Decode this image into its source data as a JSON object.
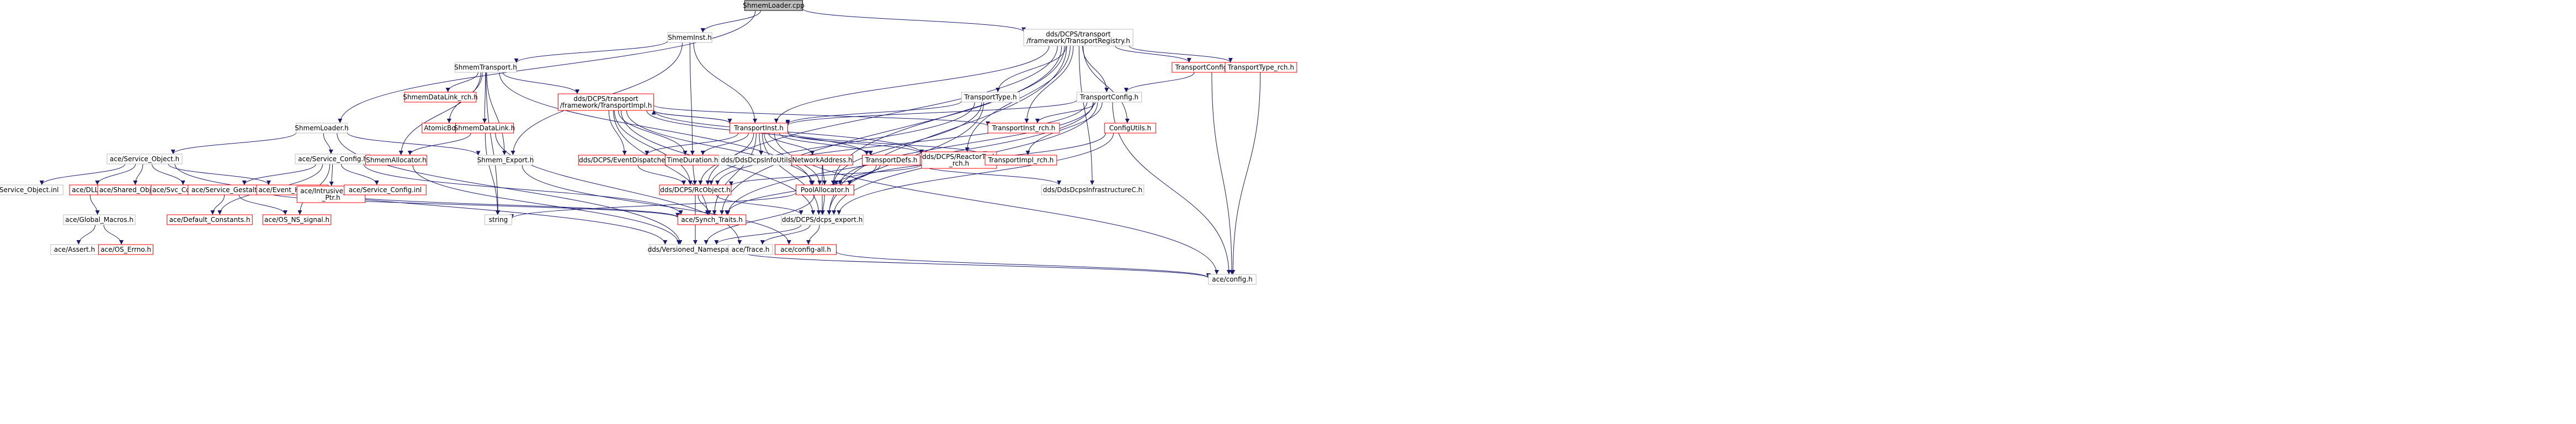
{
  "diagram": {
    "nodes": [
      {
        "id": "root",
        "label": "ShmemLoader.cpp",
        "style": "root"
      },
      {
        "id": "shmeminst",
        "label": "ShmemInst.h",
        "style": "normal"
      },
      {
        "id": "reg",
        "label": "dds/DCPS/transport\n/framework/TransportRegistry.h",
        "style": "normal"
      },
      {
        "id": "shmemtransport",
        "label": "ShmemTransport.h",
        "style": "normal"
      },
      {
        "id": "transporttype",
        "label": "TransportType.h",
        "style": "normal"
      },
      {
        "id": "transportconfig_rch",
        "label": "TransportConfig_rch.h",
        "style": "missing"
      },
      {
        "id": "transporttype_rch",
        "label": "TransportType_rch.h",
        "style": "missing"
      },
      {
        "id": "datalink_rch",
        "label": "ShmemDataLink_rch.h",
        "style": "missing"
      },
      {
        "id": "transportimpl",
        "label": "dds/DCPS/transport\n/framework/TransportImpl.h",
        "style": "missing"
      },
      {
        "id": "transportconfig",
        "label": "TransportConfig.h",
        "style": "normal"
      },
      {
        "id": "shmemloader",
        "label": "ShmemLoader.h",
        "style": "normal"
      },
      {
        "id": "atomicbool",
        "label": "AtomicBool.h",
        "style": "missing"
      },
      {
        "id": "shmemdatalink",
        "label": "ShmemDataLink.h",
        "style": "missing"
      },
      {
        "id": "transportinst",
        "label": "TransportInst.h",
        "style": "missing"
      },
      {
        "id": "transportinst_rch",
        "label": "TransportInst_rch.h",
        "style": "missing"
      },
      {
        "id": "configutils",
        "label": "ConfigUtils.h",
        "style": "missing"
      },
      {
        "id": "service_object",
        "label": "ace/Service_Object.h",
        "style": "normal"
      },
      {
        "id": "service_config",
        "label": "ace/Service_Config.h",
        "style": "normal"
      },
      {
        "id": "shmemallocator",
        "label": "ShmemAllocator.h",
        "style": "missing"
      },
      {
        "id": "shmem_export",
        "label": "Shmem_Export.h",
        "style": "normal"
      },
      {
        "id": "eventdispatcher",
        "label": "dds/DCPS/EventDispatcher.h",
        "style": "missing"
      },
      {
        "id": "timeduration",
        "label": "TimeDuration.h",
        "style": "missing"
      },
      {
        "id": "ddsdcpsinfoutils",
        "label": "dds/DdsDcpsInfoUtilsC.h",
        "style": "normal"
      },
      {
        "id": "networkaddress",
        "label": "NetworkAddress.h",
        "style": "missing"
      },
      {
        "id": "transportdefs",
        "label": "TransportDefs.h",
        "style": "missing"
      },
      {
        "id": "reactortask_rch",
        "label": "dds/DCPS/ReactorTask\n_rch.h",
        "style": "missing"
      },
      {
        "id": "transportimpl_rch",
        "label": "TransportImpl_rch.h",
        "style": "missing"
      },
      {
        "id": "service_object_inl",
        "label": "ace/Service_Object.inl",
        "style": "normal"
      },
      {
        "id": "dll",
        "label": "ace/DLL.h",
        "style": "missing"
      },
      {
        "id": "shared_object",
        "label": "ace/Shared_Object.h",
        "style": "missing"
      },
      {
        "id": "svc_conf_tokens",
        "label": "ace/Svc_Conf_Tokens.h",
        "style": "missing"
      },
      {
        "id": "service_gestalt",
        "label": "ace/Service_Gestalt.h",
        "style": "missing"
      },
      {
        "id": "event_handler",
        "label": "ace/Event_Handler.h",
        "style": "missing"
      },
      {
        "id": "intrusive_auto_ptr",
        "label": "ace/Intrusive_Auto\n_Ptr.h",
        "style": "missing"
      },
      {
        "id": "service_config_inl",
        "label": "ace/Service_Config.inl",
        "style": "missing"
      },
      {
        "id": "rcobject",
        "label": "dds/DCPS/RcObject.h",
        "style": "missing"
      },
      {
        "id": "poolallocator",
        "label": "PoolAllocator.h",
        "style": "missing"
      },
      {
        "id": "ddsdcpsinfrastructure",
        "label": "dds/DdsDcpsInfrastructureC.h",
        "style": "normal"
      },
      {
        "id": "global_macros",
        "label": "ace/Global_Macros.h",
        "style": "normal"
      },
      {
        "id": "default_constants",
        "label": "ace/Default_Constants.h",
        "style": "missing"
      },
      {
        "id": "os_ns_signal",
        "label": "ace/OS_NS_signal.h",
        "style": "missing"
      },
      {
        "id": "string",
        "label": "string",
        "style": "normal"
      },
      {
        "id": "synch_traits",
        "label": "ace/Synch_Traits.h",
        "style": "missing"
      },
      {
        "id": "dcps_export",
        "label": "dds/DCPS/dcps_export.h",
        "style": "normal"
      },
      {
        "id": "assert",
        "label": "ace/Assert.h",
        "style": "normal"
      },
      {
        "id": "os_errno",
        "label": "ace/OS_Errno.h",
        "style": "missing"
      },
      {
        "id": "versioned_namespace",
        "label": "dds/Versioned_Namespace.h",
        "style": "normal"
      },
      {
        "id": "trace",
        "label": "ace/Trace.h",
        "style": "normal"
      },
      {
        "id": "config_all",
        "label": "ace/config-all.h",
        "style": "missing"
      },
      {
        "id": "config",
        "label": "ace/config.h",
        "style": "normal"
      }
    ],
    "edges": [
      [
        "root",
        "shmeminst"
      ],
      [
        "root",
        "reg"
      ],
      [
        "root",
        "shmemloader"
      ],
      [
        "shmeminst",
        "shmemtransport"
      ],
      [
        "shmeminst",
        "transportinst"
      ],
      [
        "shmeminst",
        "timeduration"
      ],
      [
        "shmeminst",
        "shmem_export"
      ],
      [
        "reg",
        "transporttype"
      ],
      [
        "reg",
        "transportconfig_rch"
      ],
      [
        "reg",
        "transporttype_rch"
      ],
      [
        "reg",
        "transportconfig"
      ],
      [
        "reg",
        "transportinst_rch"
      ],
      [
        "reg",
        "configutils"
      ],
      [
        "reg",
        "transportinst"
      ],
      [
        "reg",
        "reactortask_rch"
      ],
      [
        "reg",
        "rcobject"
      ],
      [
        "reg",
        "poolallocator"
      ],
      [
        "reg",
        "ddsdcpsinfrastructure"
      ],
      [
        "reg",
        "dcps_export"
      ],
      [
        "reg",
        "synch_traits"
      ],
      [
        "shmemtransport",
        "datalink_rch"
      ],
      [
        "shmemtransport",
        "transportimpl"
      ],
      [
        "shmemtransport",
        "atomicbool"
      ],
      [
        "shmemtransport",
        "shmemdatalink"
      ],
      [
        "shmemtransport",
        "shmem_export"
      ],
      [
        "shmemtransport",
        "shmemallocator"
      ],
      [
        "shmemtransport",
        "poolallocator"
      ],
      [
        "shmemtransport",
        "string"
      ],
      [
        "transporttype",
        "transportinst"
      ],
      [
        "transporttype",
        "rcobject"
      ],
      [
        "transporttype",
        "poolallocator"
      ],
      [
        "transporttype",
        "dcps_export"
      ],
      [
        "transportconfig_rch",
        "transportconfig"
      ],
      [
        "transportconfig_rch",
        "config"
      ],
      [
        "transporttype_rch",
        "config"
      ],
      [
        "transportimpl",
        "transportinst"
      ],
      [
        "transportimpl",
        "transportinst_rch"
      ],
      [
        "transportimpl",
        "reactortask_rch"
      ],
      [
        "transportimpl",
        "eventdispatcher"
      ],
      [
        "transportimpl",
        "transportdefs"
      ],
      [
        "transportimpl",
        "rcobject"
      ],
      [
        "transportimpl",
        "synch_traits"
      ],
      [
        "transportimpl",
        "dcps_export"
      ],
      [
        "transportimpl",
        "poolallocator"
      ],
      [
        "transportimpl",
        "timeduration"
      ],
      [
        "transportconfig",
        "transportinst"
      ],
      [
        "transportconfig",
        "transportinst_rch"
      ],
      [
        "transportconfig",
        "rcobject"
      ],
      [
        "transportconfig",
        "poolallocator"
      ],
      [
        "transportconfig",
        "dcps_export"
      ],
      [
        "transportconfig",
        "synch_traits"
      ],
      [
        "transportconfig",
        "config"
      ],
      [
        "transportconfig",
        "transportimpl_rch"
      ],
      [
        "shmemloader",
        "service_object"
      ],
      [
        "shmemloader",
        "service_config"
      ],
      [
        "shmemloader",
        "shmem_export"
      ],
      [
        "shmemloader",
        "versioned_namespace"
      ],
      [
        "shmemdatalink",
        "shmemallocator"
      ],
      [
        "shmemdatalink",
        "string"
      ],
      [
        "shmemdatalink",
        "trace"
      ],
      [
        "transportinst",
        "transportimpl"
      ],
      [
        "transportinst",
        "eventdispatcher"
      ],
      [
        "transportinst",
        "timeduration"
      ],
      [
        "transportinst",
        "ddsdcpsinfoutils"
      ],
      [
        "transportinst",
        "networkaddress"
      ],
      [
        "transportinst",
        "transportdefs"
      ],
      [
        "transportinst",
        "reactortask_rch"
      ],
      [
        "transportinst",
        "transportimpl_rch"
      ],
      [
        "transportinst",
        "poolallocator"
      ],
      [
        "transportinst",
        "rcobject"
      ],
      [
        "transportinst",
        "synch_traits"
      ],
      [
        "transportinst",
        "dcps_export"
      ],
      [
        "transportinst",
        "config"
      ],
      [
        "configutils",
        "poolallocator"
      ],
      [
        "configutils",
        "dcps_export"
      ],
      [
        "service_object",
        "service_object_inl"
      ],
      [
        "service_object",
        "dll"
      ],
      [
        "service_object",
        "shared_object"
      ],
      [
        "service_object",
        "svc_conf_tokens"
      ],
      [
        "service_object",
        "event_handler"
      ],
      [
        "service_object",
        "versioned_namespace"
      ],
      [
        "service_config",
        "service_gestalt"
      ],
      [
        "service_config",
        "default_constants"
      ],
      [
        "service_config",
        "os_ns_signal"
      ],
      [
        "service_config",
        "intrusive_auto_ptr"
      ],
      [
        "service_config",
        "service_config_inl"
      ],
      [
        "service_config",
        "synch_traits"
      ],
      [
        "shmemallocator",
        "versioned_namespace"
      ],
      [
        "shmem_export",
        "config_all"
      ],
      [
        "eventdispatcher",
        "rcobject"
      ],
      [
        "timeduration",
        "rcobject"
      ],
      [
        "networkaddress",
        "poolallocator"
      ],
      [
        "networkaddress",
        "dcps_export"
      ],
      [
        "transportdefs",
        "poolallocator"
      ],
      [
        "transportdefs",
        "ddsdcpsinfrastructure"
      ],
      [
        "transportdefs",
        "synch_traits"
      ],
      [
        "reactortask_rch",
        "rcobject"
      ],
      [
        "dll",
        "global_macros"
      ],
      [
        "service_gestalt",
        "default_constants"
      ],
      [
        "service_gestalt",
        "os_ns_signal"
      ],
      [
        "service_gestalt",
        "synch_traits"
      ],
      [
        "event_handler",
        "synch_traits"
      ],
      [
        "rcobject",
        "synch_traits"
      ],
      [
        "rcobject",
        "dcps_export"
      ],
      [
        "rcobject",
        "versioned_namespace"
      ],
      [
        "poolallocator",
        "dcps_export"
      ],
      [
        "poolallocator",
        "versioned_namespace"
      ],
      [
        "poolallocator",
        "string"
      ],
      [
        "global_macros",
        "assert"
      ],
      [
        "global_macros",
        "os_errno"
      ],
      [
        "dcps_export",
        "versioned_namespace"
      ],
      [
        "dcps_export",
        "trace"
      ],
      [
        "dcps_export",
        "config_all"
      ],
      [
        "versioned_namespace",
        "config"
      ],
      [
        "trace",
        "versioned_namespace"
      ],
      [
        "config_all",
        "config"
      ]
    ]
  }
}
